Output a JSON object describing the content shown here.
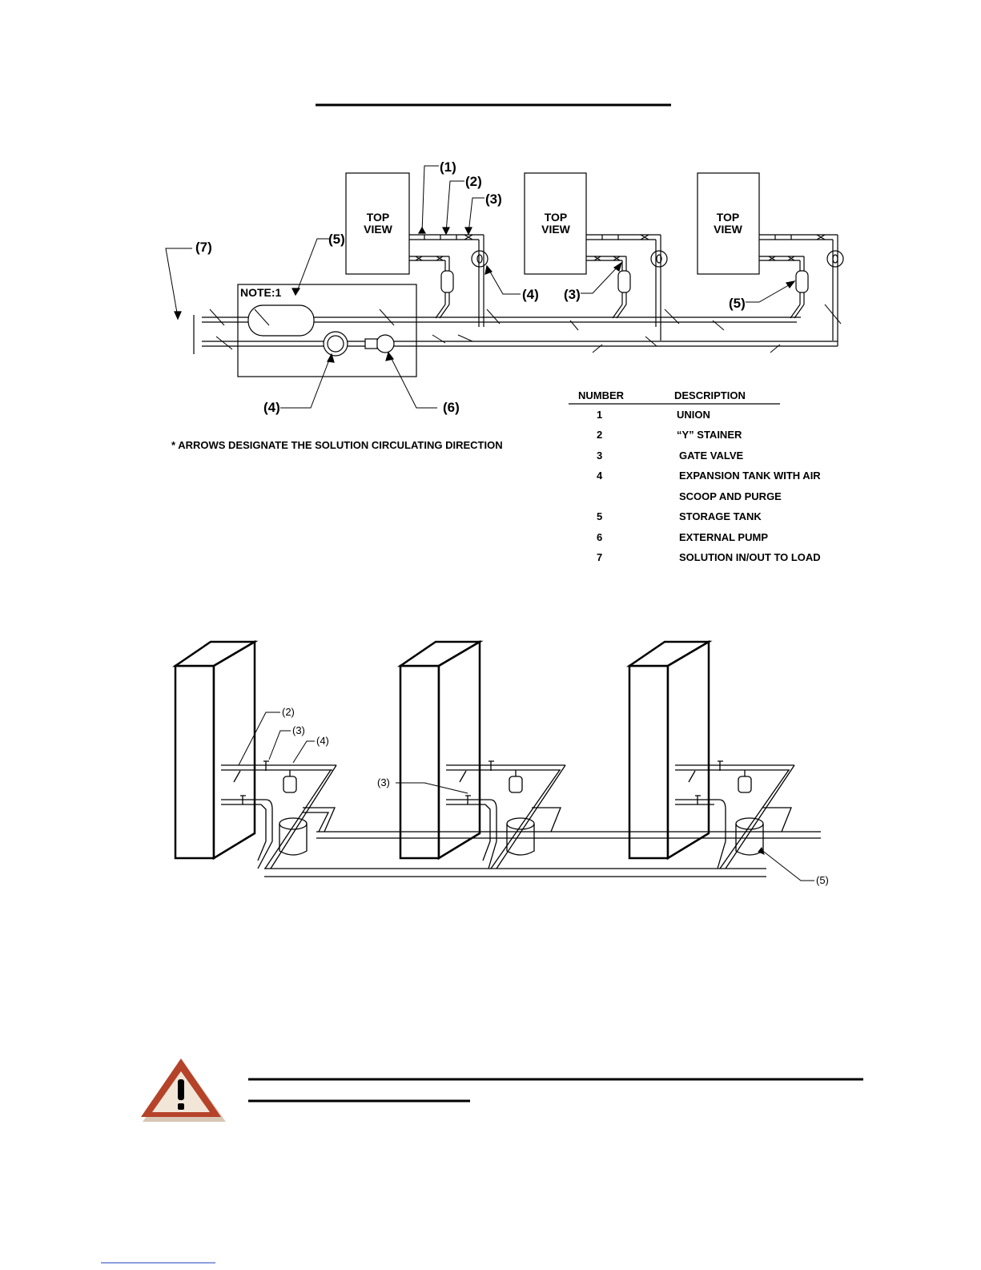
{
  "top_view_label": [
    "TOP",
    "VIEW"
  ],
  "note_label": "NOTE:1",
  "arrows_note": "* ARROWS DESIGNATE THE SOLUTION CIRCULATING DIRECTION",
  "callouts": {
    "c1": "(1)",
    "c2": "(2)",
    "c3": "(3)",
    "c4": "(4)",
    "c5": "(5)",
    "c6": "(6)",
    "c7": "(7)"
  },
  "legend": {
    "header_number": "NUMBER",
    "header_description": "DESCRIPTION",
    "rows": [
      {
        "number": "1",
        "description": "UNION"
      },
      {
        "number": "2",
        "description": "“Y” STAINER"
      },
      {
        "number": "3",
        "description": "GATE VALVE"
      },
      {
        "number": "4",
        "description": "EXPANSION TANK WITH AIR"
      },
      {
        "number": "",
        "description": "SCOOP AND PURGE"
      },
      {
        "number": "5",
        "description": "STORAGE TANK"
      },
      {
        "number": "6",
        "description": "EXTERNAL PUMP"
      },
      {
        "number": "7",
        "description": "SOLUTION IN/OUT TO LOAD"
      }
    ]
  },
  "iso_callouts": {
    "c2": "(2)",
    "c3a": "(3)",
    "c4": "(4)",
    "c3b": "(3)",
    "c5": "(5)"
  },
  "colors": {
    "warning_fill": "#b5432a",
    "warning_inner": "#f2e6d8",
    "link_underline": "#1f3fbf"
  },
  "icons": {
    "warning": "warning-triangle-icon"
  }
}
